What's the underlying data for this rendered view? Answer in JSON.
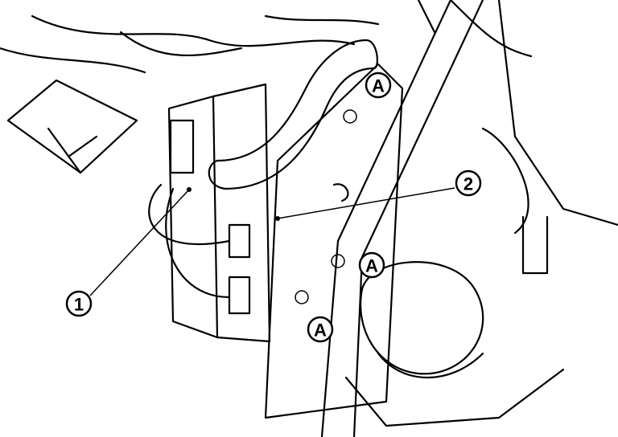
{
  "figure": {
    "callouts": [
      {
        "id": "callout-1",
        "label": "1"
      },
      {
        "id": "callout-2",
        "label": "2"
      },
      {
        "id": "callout-a-top",
        "label": "A"
      },
      {
        "id": "callout-a-middle",
        "label": "A"
      },
      {
        "id": "callout-a-bottom",
        "label": "A"
      }
    ]
  }
}
